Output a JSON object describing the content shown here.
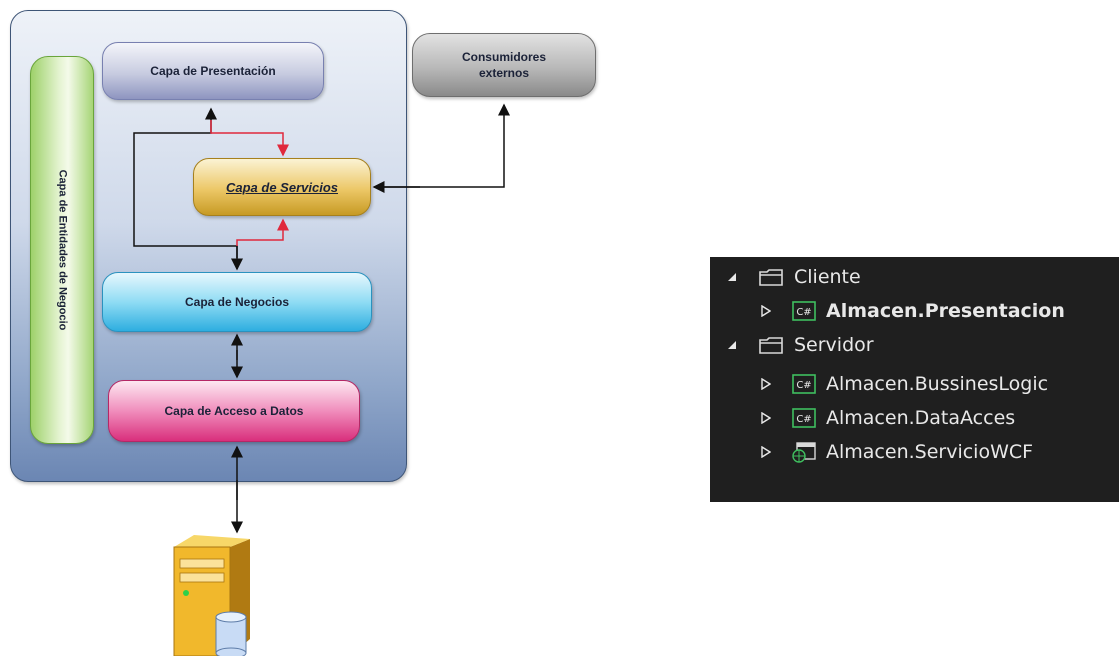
{
  "diagram": {
    "presentacion": "Capa de Presentación",
    "servicios": "Capa de Servicios",
    "negocios": "Capa de Negocios",
    "datos": "Capa de Acceso a Datos",
    "entidades": "Capa de Entidades de Negocio",
    "externos_line1": "Consumidores",
    "externos_line2": "externos",
    "server_icon": "database-server-icon"
  },
  "solution_explorer": {
    "folders": [
      {
        "label": "Cliente",
        "expanded": true,
        "projects": [
          {
            "label": "Almacen.Presentacion",
            "icon": "csharp-project-icon",
            "bold": true
          }
        ]
      },
      {
        "label": "Servidor",
        "expanded": true,
        "projects": [
          {
            "label": "Almacen.BussinesLogic",
            "icon": "csharp-project-icon",
            "bold": false
          },
          {
            "label": "Almacen.DataAcces",
            "icon": "csharp-project-icon",
            "bold": false
          },
          {
            "label": "Almacen.ServicioWCF",
            "icon": "web-project-icon",
            "bold": false
          }
        ]
      }
    ],
    "colors": {
      "background": "#1f1f1f",
      "text": "#e8e8e8",
      "csharp_icon": "#3fbf5f",
      "folder": "#d9d9d9"
    }
  }
}
